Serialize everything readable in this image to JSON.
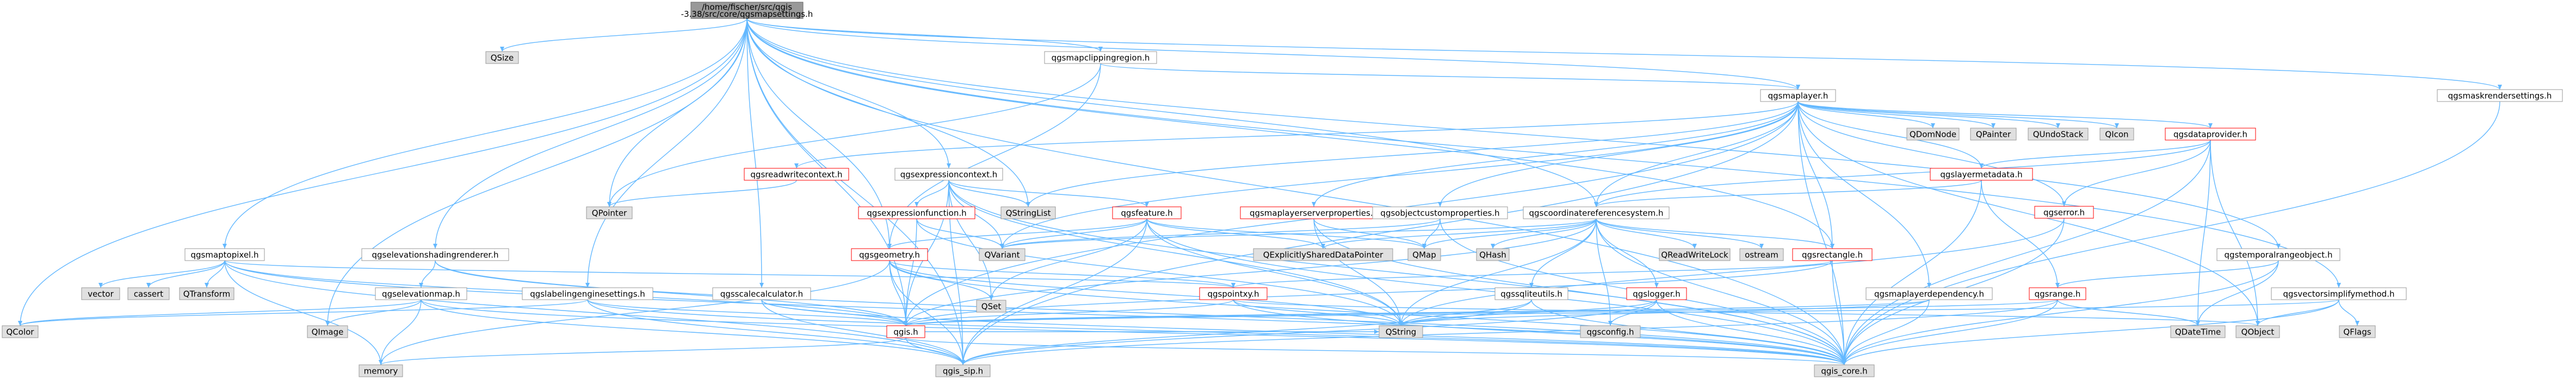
{
  "colors": {
    "edge": "#63b8ff",
    "arrow": "#63b8ff",
    "edge_red": "#e37373",
    "node_fill": "#ffffff",
    "node_stroke": "#999999",
    "node_red_stroke": "#ff0000",
    "ext_fill": "#e0e0e0",
    "ext_stroke": "#999999",
    "root_fill": "#999999",
    "root_stroke": "#666666"
  },
  "nodes": [
    {
      "id": "root",
      "label": "/home/fischer/src/qgis-3.38/src/core/qgsmapsettings.h",
      "kind": "root"
    },
    {
      "id": "qsize",
      "label": "QSize",
      "kind": "ext"
    },
    {
      "id": "qgsmapclippingregion",
      "label": "qgsmapclippingregion.h",
      "kind": "normal"
    },
    {
      "id": "qgsmaskrendersettings",
      "label": "qgsmaskrendersettings.h",
      "kind": "normal"
    },
    {
      "id": "qgsmaplayer",
      "label": "qgsmaplayer.h",
      "kind": "normal"
    },
    {
      "id": "qdomnode",
      "label": "QDomNode",
      "kind": "ext"
    },
    {
      "id": "qpainter",
      "label": "QPainter",
      "kind": "ext"
    },
    {
      "id": "qundostack",
      "label": "QUndoStack",
      "kind": "ext"
    },
    {
      "id": "qicon",
      "label": "QIcon",
      "kind": "ext"
    },
    {
      "id": "qgsdataprovider",
      "label": "qgsdataprovider.h",
      "kind": "red"
    },
    {
      "id": "qgsreadwritecontext",
      "label": "qgsreadwritecontext.h",
      "kind": "red"
    },
    {
      "id": "qgsexpressioncontext",
      "label": "qgsexpressioncontext.h",
      "kind": "normal"
    },
    {
      "id": "qpointer",
      "label": "QPointer",
      "kind": "ext"
    },
    {
      "id": "qgslayermetadata",
      "label": "qgslayermetadata.h",
      "kind": "red"
    },
    {
      "id": "qgserror",
      "label": "qgserror.h",
      "kind": "red"
    },
    {
      "id": "qgsexpressionfunction",
      "label": "qgsexpressionfunction.h",
      "kind": "red"
    },
    {
      "id": "qstringlist",
      "label": "QStringList",
      "kind": "ext"
    },
    {
      "id": "qgsfeature",
      "label": "qgsfeature.h",
      "kind": "red"
    },
    {
      "id": "qgsmaplayerserverproperties",
      "label": "qgsmaplayerserverproperties.h",
      "kind": "red"
    },
    {
      "id": "qgsobjectcustomproperties",
      "label": "qgsobjectcustomproperties.h",
      "kind": "normal"
    },
    {
      "id": "qgscoordinatereferencesystem",
      "label": "qgscoordinatereferencesystem.h",
      "kind": "normal"
    },
    {
      "id": "qgsgeometry",
      "label": "qgsgeometry.h",
      "kind": "red"
    },
    {
      "id": "qvariant",
      "label": "QVariant",
      "kind": "ext"
    },
    {
      "id": "qexplicitlyshareddatapointer",
      "label": "QExplicitlySharedDataPointer",
      "kind": "ext"
    },
    {
      "id": "qmap",
      "label": "QMap",
      "kind": "ext"
    },
    {
      "id": "qhash",
      "label": "QHash",
      "kind": "ext"
    },
    {
      "id": "qreadwritelock",
      "label": "QReadWriteLock",
      "kind": "ext"
    },
    {
      "id": "ostream",
      "label": "ostream",
      "kind": "ext"
    },
    {
      "id": "qgsrectangle",
      "label": "qgsrectangle.h",
      "kind": "red"
    },
    {
      "id": "qgsmaptopixel",
      "label": "qgsmaptopixel.h",
      "kind": "normal"
    },
    {
      "id": "vector",
      "label": "vector",
      "kind": "ext"
    },
    {
      "id": "cassert",
      "label": "cassert",
      "kind": "ext"
    },
    {
      "id": "qtransform",
      "label": "QTransform",
      "kind": "ext"
    },
    {
      "id": "qgselevationshadingrenderer",
      "label": "qgselevationshadingrenderer.h",
      "kind": "normal"
    },
    {
      "id": "qgselevationmap",
      "label": "qgselevationmap.h",
      "kind": "normal"
    },
    {
      "id": "qgslabelingenginesettings",
      "label": "qgslabelingenginesettings.h",
      "kind": "normal"
    },
    {
      "id": "qgsscalecalculator",
      "label": "qgsscalecalculator.h",
      "kind": "normal"
    },
    {
      "id": "qset",
      "label": "QSet",
      "kind": "ext"
    },
    {
      "id": "qgspointxy",
      "label": "qgspointxy.h",
      "kind": "red"
    },
    {
      "id": "qgssqliteutils",
      "label": "qgssqliteutils.h",
      "kind": "normal"
    },
    {
      "id": "qgslogger",
      "label": "qgslogger.h",
      "kind": "red"
    },
    {
      "id": "qgsmaplayerdependency",
      "label": "qgsmaplayerdependency.h",
      "kind": "normal"
    },
    {
      "id": "qgsrange",
      "label": "qgsrange.h",
      "kind": "red"
    },
    {
      "id": "qgstemporalrangeobject",
      "label": "qgstemporalrangeobject.h",
      "kind": "normal"
    },
    {
      "id": "qgsvectorsimplifymethod",
      "label": "qgsvectorsimplifymethod.h",
      "kind": "normal"
    },
    {
      "id": "qflags",
      "label": "QFlags",
      "kind": "ext"
    },
    {
      "id": "qdatetime",
      "label": "QDateTime",
      "kind": "ext"
    },
    {
      "id": "qobject",
      "label": "QObject",
      "kind": "ext"
    },
    {
      "id": "qcolor",
      "label": "QColor",
      "kind": "ext"
    },
    {
      "id": "qimage",
      "label": "QImage",
      "kind": "ext"
    },
    {
      "id": "memory",
      "label": "memory",
      "kind": "ext"
    },
    {
      "id": "qgis",
      "label": "qgis.h",
      "kind": "red"
    },
    {
      "id": "qstring",
      "label": "QString",
      "kind": "ext"
    },
    {
      "id": "qgsconfig",
      "label": "qgsconfig.h",
      "kind": "ext"
    },
    {
      "id": "qgis_sip",
      "label": "qgis_sip.h",
      "kind": "ext"
    },
    {
      "id": "qgis_core",
      "label": "qgis_core.h",
      "kind": "ext"
    }
  ],
  "edges": [
    [
      "root",
      "qsize"
    ],
    [
      "root",
      "qgsmapclippingregion"
    ],
    [
      "root",
      "qgsmaskrendersettings"
    ],
    [
      "root",
      "qgsmaplayer"
    ],
    [
      "root",
      "qgsmaptopixel"
    ],
    [
      "root",
      "qgselevationshadingrenderer"
    ],
    [
      "root",
      "qgslabelingenginesettings"
    ],
    [
      "root",
      "qgsscalecalculator"
    ],
    [
      "root",
      "qgsexpressioncontext"
    ],
    [
      "root",
      "qgscoordinatereferencesystem"
    ],
    [
      "root",
      "qgsgeometry"
    ],
    [
      "root",
      "qgstemporalrangeobject"
    ],
    [
      "root",
      "qgsvectorsimplifymethod"
    ],
    [
      "root",
      "qcolor"
    ],
    [
      "root",
      "qimage"
    ],
    [
      "root",
      "qpointer"
    ],
    [
      "root",
      "qstringlist"
    ],
    [
      "root",
      "qgis_sip"
    ],
    [
      "root",
      "qgis_core"
    ],
    [
      "root",
      "qgsrectangle"
    ],
    [
      "root",
      "qgis"
    ],
    [
      "qgsmapclippingregion",
      "qgsmaplayer"
    ],
    [
      "qgsmapclippingregion",
      "qpointer"
    ],
    [
      "qgsmapclippingregion",
      "qgsgeometry"
    ],
    [
      "qgsmaskrendersettings",
      "qgis_core"
    ],
    [
      "qgsmaplayer",
      "qdomnode"
    ],
    [
      "qgsmaplayer",
      "qpainter"
    ],
    [
      "qgsmaplayer",
      "qundostack"
    ],
    [
      "qgsmaplayer",
      "qicon"
    ],
    [
      "qgsmaplayer",
      "qgsdataprovider"
    ],
    [
      "qgsmaplayer",
      "qgsreadwritecontext"
    ],
    [
      "qgsmaplayer",
      "qgslayermetadata"
    ],
    [
      "qgsmaplayer",
      "qgsmaplayerserverproperties"
    ],
    [
      "qgsmaplayer",
      "qgsobjectcustomproperties"
    ],
    [
      "qgsmaplayer",
      "qgscoordinatereferencesystem"
    ],
    [
      "qgsmaplayer",
      "qgsrectangle"
    ],
    [
      "qgsmaplayer",
      "qgsmaplayerdependency"
    ],
    [
      "qgsmaplayer",
      "qgserror"
    ],
    [
      "qgsmaplayer",
      "qgis_core"
    ],
    [
      "qgsmaplayer",
      "qgis_sip"
    ],
    [
      "qgsmaplayer",
      "qgis"
    ],
    [
      "qgsmaplayer",
      "qvariant"
    ],
    [
      "qgsmaplayer",
      "qstringlist"
    ],
    [
      "qgsmaplayer",
      "qobject"
    ],
    [
      "qgsdataprovider",
      "qgslayermetadata"
    ],
    [
      "qgsdataprovider",
      "qgserror"
    ],
    [
      "qgsdataprovider",
      "qdatetime"
    ],
    [
      "qgsdataprovider",
      "qobject"
    ],
    [
      "qgsdataprovider",
      "qgis_core"
    ],
    [
      "qgsdataprovider",
      "qgscoordinatereferencesystem"
    ],
    [
      "qgsreadwritecontext",
      "qpointer"
    ],
    [
      "qgsexpressioncontext",
      "qgsexpressionfunction"
    ],
    [
      "qgsexpressioncontext",
      "qgsfeature"
    ],
    [
      "qgsexpressioncontext",
      "qstringlist"
    ],
    [
      "qgsexpressioncontext",
      "qvariant"
    ],
    [
      "qgsexpressioncontext",
      "qset"
    ],
    [
      "qgsexpressioncontext",
      "qgis"
    ],
    [
      "qgsexpressioncontext",
      "qgis_core"
    ],
    [
      "qgsexpressioncontext",
      "qgis_sip"
    ],
    [
      "qgsexpressioncontext",
      "qstring"
    ],
    [
      "qgslayermetadata",
      "qgsrange"
    ],
    [
      "qgslayermetadata",
      "qgscoordinatereferencesystem"
    ],
    [
      "qgslayermetadata",
      "qgis_core"
    ],
    [
      "qgserror",
      "qstring"
    ],
    [
      "qgserror",
      "qgis_core"
    ],
    [
      "qgsexpressionfunction",
      "qvariant"
    ],
    [
      "qgsexpressionfunction",
      "qgis"
    ],
    [
      "qgsexpressionfunction",
      "qstring"
    ],
    [
      "qgsfeature",
      "qgsgeometry"
    ],
    [
      "qgsfeature",
      "qvariant"
    ],
    [
      "qgsfeature",
      "qexplicitlyshareddatapointer"
    ],
    [
      "qgsfeature",
      "qmap"
    ],
    [
      "qgsfeature",
      "qset"
    ],
    [
      "qgsfeature",
      "qgis_core"
    ],
    [
      "qgsfeature",
      "qgis_sip"
    ],
    [
      "qgsfeature",
      "qstring"
    ],
    [
      "qgsmaplayerserverproperties",
      "qmap"
    ],
    [
      "qgsmaplayerserverproperties",
      "qstring"
    ],
    [
      "qgsmaplayerserverproperties",
      "qgis_core"
    ],
    [
      "qgsobjectcustomproperties",
      "qmap"
    ],
    [
      "qgsobjectcustomproperties",
      "qvariant"
    ],
    [
      "qgsobjectcustomproperties",
      "qgis_core"
    ],
    [
      "qgscoordinatereferencesystem",
      "qhash"
    ],
    [
      "qgscoordinatereferencesystem",
      "qreadwritelock"
    ],
    [
      "qgscoordinatereferencesystem",
      "ostream"
    ],
    [
      "qgscoordinatereferencesystem",
      "qgsrectangle"
    ],
    [
      "qgscoordinatereferencesystem",
      "qgssqliteutils"
    ],
    [
      "qgscoordinatereferencesystem",
      "qgslogger"
    ],
    [
      "qgscoordinatereferencesystem",
      "qgsconfig"
    ],
    [
      "qgscoordinatereferencesystem",
      "qgis"
    ],
    [
      "qgscoordinatereferencesystem",
      "qgis_core"
    ],
    [
      "qgscoordinatereferencesystem",
      "qstring"
    ],
    [
      "qgscoordinatereferencesystem",
      "qmap"
    ],
    [
      "qgscoordinatereferencesystem",
      "qexplicitlyshareddatapointer"
    ],
    [
      "qgscoordinatereferencesystem",
      "qvariant"
    ],
    [
      "qgsgeometry",
      "qgspointxy"
    ],
    [
      "qgsgeometry",
      "qgis"
    ],
    [
      "qgsgeometry",
      "qset"
    ],
    [
      "qgsgeometry",
      "qstring"
    ],
    [
      "qgsgeometry",
      "qgis_core"
    ],
    [
      "qgsgeometry",
      "memory"
    ],
    [
      "qgsgeometry",
      "qgis_sip"
    ],
    [
      "qgsrectangle",
      "qgis"
    ],
    [
      "qgsrectangle",
      "qgis_core"
    ],
    [
      "qgsrectangle",
      "qgspointxy"
    ],
    [
      "qgsmaptopixel",
      "vector"
    ],
    [
      "qgsmaptopixel",
      "cassert"
    ],
    [
      "qgsmaptopixel",
      "qtransform"
    ],
    [
      "qgsmaptopixel",
      "qgis"
    ],
    [
      "qgsmaptopixel",
      "qgspointxy"
    ],
    [
      "qgsmaptopixel",
      "qgis_sip"
    ],
    [
      "qgsmaptopixel",
      "qgis_core"
    ],
    [
      "qgsmaptopixel",
      "memory"
    ],
    [
      "qgselevationshadingrenderer",
      "qgselevationmap"
    ],
    [
      "qgselevationshadingrenderer",
      "qgis_core"
    ],
    [
      "qgselevationshadingrenderer",
      "qgis"
    ],
    [
      "qgselevationmap",
      "qcolor"
    ],
    [
      "qgselevationmap",
      "qimage"
    ],
    [
      "qgselevationmap",
      "memory"
    ],
    [
      "qgselevationmap",
      "qgis_sip"
    ],
    [
      "qgselevationmap",
      "qgis_core"
    ],
    [
      "qgslabelingenginesettings",
      "qgis"
    ],
    [
      "qgslabelingenginesettings",
      "qcolor"
    ],
    [
      "qgslabelingenginesettings",
      "qgis_core"
    ],
    [
      "qgslabelingenginesettings",
      "qgis_sip"
    ],
    [
      "qgsscalecalculator",
      "qgis"
    ],
    [
      "qgsscalecalculator",
      "qgis_core"
    ],
    [
      "qgsscalecalculator",
      "qgis_sip"
    ],
    [
      "qgspointxy",
      "qgis"
    ],
    [
      "qgspointxy",
      "qstring"
    ],
    [
      "qgspointxy",
      "qgis_core"
    ],
    [
      "qgspointxy",
      "qobject"
    ],
    [
      "qgssqliteutils",
      "qstring"
    ],
    [
      "qgssqliteutils",
      "qgis_core"
    ],
    [
      "qgssqliteutils",
      "qgis_sip"
    ],
    [
      "qgslogger",
      "qgis_core"
    ],
    [
      "qgslogger",
      "qgsconfig"
    ],
    [
      "qgslogger",
      "qgis_sip"
    ],
    [
      "qgslogger",
      "qstring"
    ],
    [
      "qgsmaplayerdependency",
      "qgis"
    ],
    [
      "qgsmaplayerdependency",
      "qgis_core"
    ],
    [
      "qgsmaplayerdependency",
      "qstring"
    ],
    [
      "qgsrange",
      "qgis"
    ],
    [
      "qgsrange",
      "qdatetime"
    ],
    [
      "qgsrange",
      "qgis_core"
    ],
    [
      "qgsrange",
      "qgis_sip"
    ],
    [
      "qgstemporalrangeobject",
      "qgsrange"
    ],
    [
      "qgstemporalrangeobject",
      "qdatetime"
    ],
    [
      "qgstemporalrangeobject",
      "qgis_core"
    ],
    [
      "qgsvectorsimplifymethod",
      "qflags"
    ],
    [
      "qgsvectorsimplifymethod",
      "qobject"
    ],
    [
      "qgsvectorsimplifymethod",
      "qgis_core"
    ],
    [
      "qgsvectorsimplifymethod",
      "qgis"
    ],
    [
      "qgis",
      "qgis_sip"
    ],
    [
      "qgis",
      "qgis_core"
    ],
    [
      "qgis",
      "memory"
    ],
    [
      "qgis",
      "qstring"
    ]
  ]
}
